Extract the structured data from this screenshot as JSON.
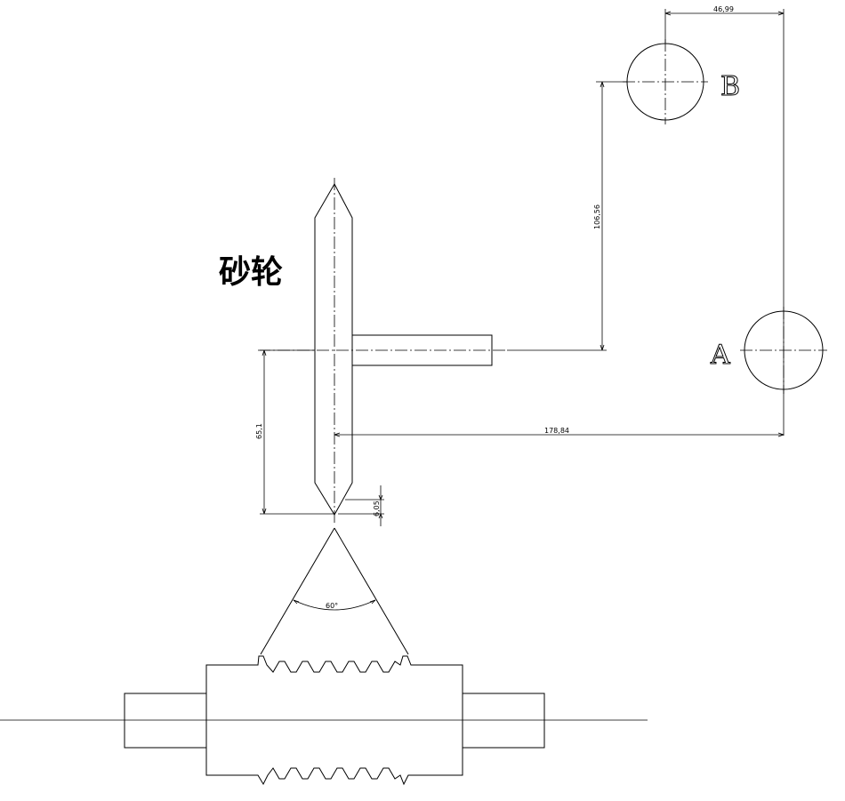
{
  "title_label": "砂轮",
  "point_labels": {
    "a": "A",
    "b": "B"
  },
  "dimensions": {
    "top_width": "46,99",
    "vertical_offset": "106,56",
    "horizontal_distance": "178,84",
    "wheel_radius": "65,1",
    "edge_height": "6,05",
    "angle": "60°"
  }
}
